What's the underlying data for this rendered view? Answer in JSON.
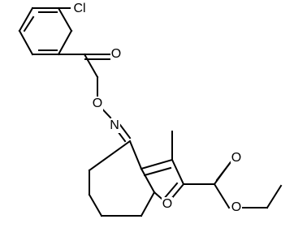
{
  "structure": {
    "labels": {
      "chlorine": "Cl",
      "carbonyl_oxygen": "O",
      "ester_oxygen": "O",
      "oxime_nitrogen": "N",
      "ring_oxygen": "O",
      "ethyl_carbonyl_oxygen": "O",
      "ethyl_ester_oxygen": "O"
    }
  }
}
